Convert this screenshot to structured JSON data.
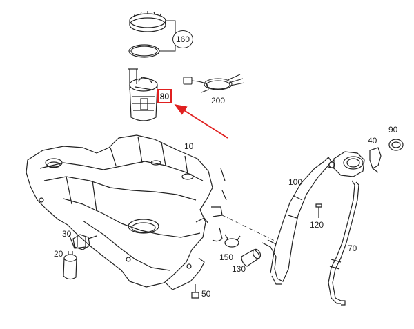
{
  "diagram": {
    "highlight_color": "#e02020",
    "line_color": "#222222",
    "callouts": {
      "p10": "10",
      "p20": "20",
      "p30": "30",
      "p40": "40",
      "p50": "50",
      "p70": "70",
      "p80": "80",
      "p90": "90",
      "p100": "100",
      "p120": "120",
      "p130": "130",
      "p150": "150",
      "p160": "160",
      "p200": "200"
    },
    "highlighted_part": "80"
  }
}
